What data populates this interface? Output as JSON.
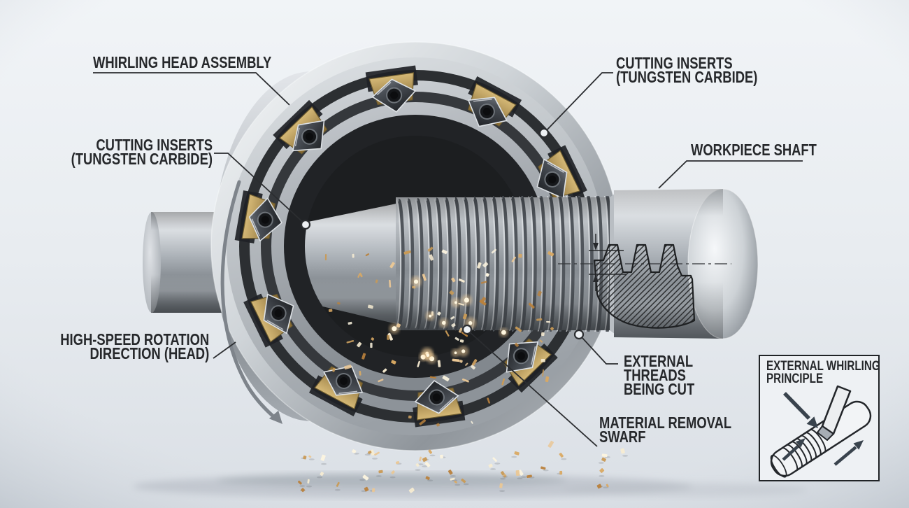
{
  "meta": {
    "description": "Annotated technical illustration of external thread whirling: a rotating whirling head with tungsten-carbide inserts cutting threads on a workpiece shaft"
  },
  "colors": {
    "background": "#e9edf1",
    "label_text": "#26282b",
    "leader_line": "#2b2d30",
    "rotation_arrow": "#7e848b",
    "inset_border": "#202326",
    "inset_arrows": "#39434d",
    "brass_holder": "#b3975a",
    "carbide_insert": "#44484e",
    "swarf_chip": "#dfb173",
    "steel_light": "#eef0f3",
    "steel_dark": "#73797f"
  },
  "labels": {
    "whirling_head": {
      "text": "WHIRLING HEAD ASSEMBLY"
    },
    "cutting_inserts_left": {
      "line1": "CUTTING INSERTS",
      "line2": "(TUNGSTEN CARBIDE)"
    },
    "cutting_inserts_right": {
      "line1": "CUTTING INSERTS",
      "line2": "(TUNGSTEN CARBIDE)"
    },
    "workpiece_shaft": {
      "text": "WORKPIECE SHAFT"
    },
    "rotation": {
      "line1": "HIGH-SPEED ROTATION",
      "line2": "DIRECTION (HEAD)"
    },
    "external_threads": {
      "line1": "EXTERNAL",
      "line2": "THREADS",
      "line3": "BEING CUT"
    },
    "swarf": {
      "line1": "MATERIAL REMOVAL",
      "line2": "SWARF"
    },
    "inset": {
      "line1": "EXTERNAL WHIRLING",
      "line2": "PRINCIPLE"
    }
  }
}
